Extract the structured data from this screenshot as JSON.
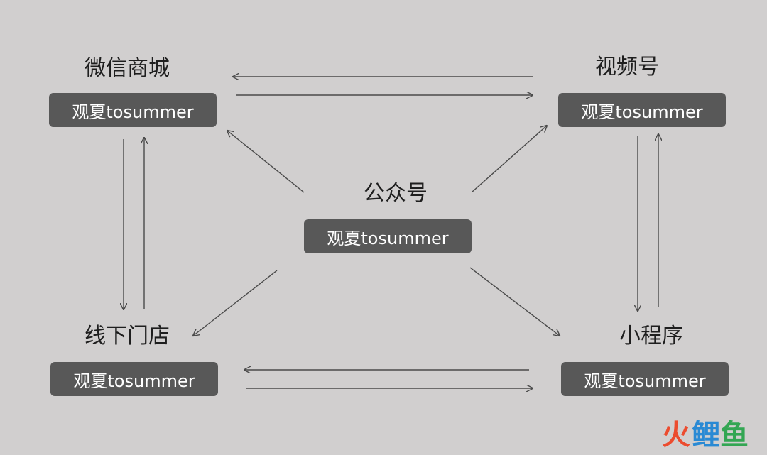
{
  "nodes": {
    "weixin_mall": {
      "title": "微信商城",
      "tag": "观夏tosummer"
    },
    "channels": {
      "title": "视频号",
      "tag": "观夏tosummer"
    },
    "official_account": {
      "title": "公众号",
      "tag": "观夏tosummer"
    },
    "offline_store": {
      "title": "线下门店",
      "tag": "观夏tosummer"
    },
    "mini_program": {
      "title": "小程序",
      "tag": "观夏tosummer"
    }
  },
  "watermark": {
    "fire": "火",
    "text_1": "鲤",
    "text_2": "鱼"
  },
  "colors": {
    "background": "#d1cfcf",
    "tag_fill": "#585858",
    "arrow": "#4a4a4a"
  }
}
